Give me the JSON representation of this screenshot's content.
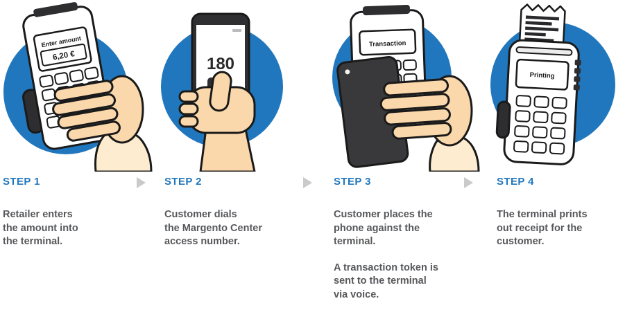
{
  "palette": {
    "blue": "#2177bd",
    "text_gray": "#57585b",
    "arrow_gray": "#c9cacb",
    "outline": "#1a1a1a",
    "skin": "#fbd8ab",
    "sleeve": "#fdeccf",
    "device_dark": "#39393b"
  },
  "steps": [
    {
      "label": "STEP 1",
      "body": "Retailer enters\nthe amount into\nthe terminal."
    },
    {
      "label": "STEP 2",
      "body": "Customer dials\nthe Margento Center\naccess number."
    },
    {
      "label": "STEP 3",
      "body": "Customer places the\nphone against the\nterminal.",
      "body2": "A transaction token is\nsent to the terminal\nvia voice."
    },
    {
      "label": "STEP 4",
      "body": "The terminal prints\nout receipt for the\ncustomer."
    }
  ],
  "devices": {
    "terminal1": {
      "screen_label": "Enter amount",
      "amount": "6,20 €"
    },
    "phone": {
      "display": "180"
    },
    "terminal3": {
      "screen_label": "Transaction"
    },
    "terminal4": {
      "screen_label": "Printing"
    }
  }
}
